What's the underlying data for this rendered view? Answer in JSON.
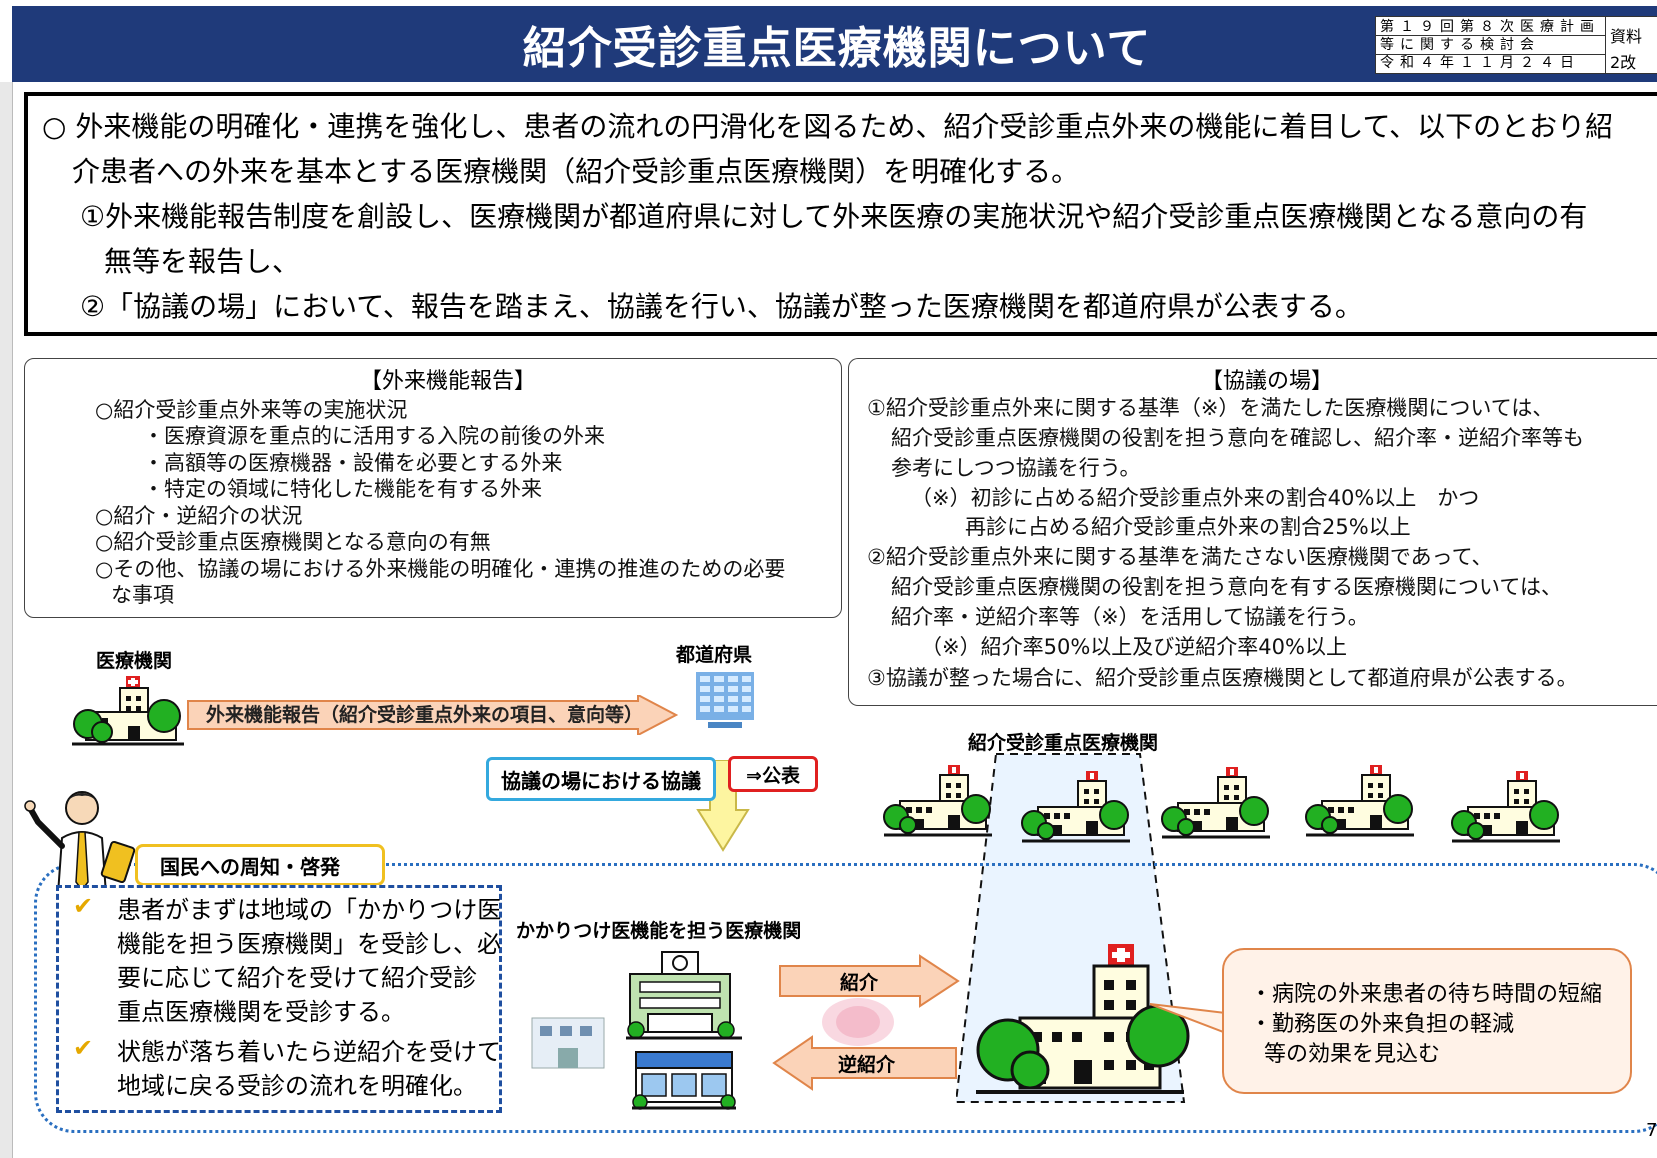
{
  "header": {
    "title": "紹介受診重点医療機関について",
    "ref_lines": [
      "第１９回第８次医療計画",
      "等に関する検討会",
      "令和４年１１月２４日"
    ],
    "ref_side": [
      "資料",
      "2改"
    ]
  },
  "summary": {
    "lines": [
      "○ 外来機能の明確化・連携を強化し、患者の流れの円滑化を図るため、紹介受診重点外来の機能に着目して、以下のとおり紹",
      "介患者への外来を基本とする医療機関（紹介受診重点医療機関）を明確化する。",
      "①外来機能報告制度を創設し、医療機関が都道府県に対して外来医療の実施状況や紹介受診重点医療機関となる意向の有",
      "無等を報告し、",
      "②「協議の場」において、報告を踏まえ、協議を行い、協議が整った医療機関を都道府県が公表する。"
    ]
  },
  "report_panel": {
    "title": "【外来機能報告】",
    "lines": [
      "○紹介受診重点外来等の実施状況",
      "・医療資源を重点的に活用する入院の前後の外来",
      "・高額等の医療機器・設備を必要とする外来",
      "・特定の領域に特化した機能を有する外来",
      "○紹介・逆紹介の状況",
      "○紹介受診重点医療機関となる意向の有無",
      "○その他、協議の場における外来機能の明確化・連携の推進のための必要",
      "な事項"
    ]
  },
  "council_panel": {
    "title": "【協議の場】",
    "lines": [
      "①紹介受診重点外来に関する基準（※）を満たした医療機関については、",
      "紹介受診重点医療機関の役割を担う意向を確認し、紹介率・逆紹介率等も",
      "参考にしつつ協議を行う。",
      "（※）初診に占める紹介受診重点外来の割合40%以上　かつ",
      "再診に占める紹介受診重点外来の割合25%以上",
      "②紹介受診重点外来に関する基準を満たさない医療機関であって、",
      "紹介受診重点医療機関の役割を担う意向を有する医療機関については、",
      "紹介率・逆紹介率等（※）を活用して協議を行う。",
      "（※）紹介率50%以上及び逆紹介率40%以上",
      "③協議が整った場合に、紹介受診重点医療機関として都道府県が公表する。"
    ]
  },
  "flow": {
    "medical_institution_label": "医療機関",
    "prefecture_label": "都道府県",
    "report_arrow_text": "外来機能報告（紹介受診重点外来の項目、意向等）",
    "council_box_text": "協議の場における協議",
    "publish_text": "⇒公表",
    "referral_hospitals_label": "紹介受診重点医療機関"
  },
  "public": {
    "ribbon_text": "国民への周知・啓発",
    "patient_lines": [
      "患者がまずは地域の「かかりつけ医",
      "機能を担う医療機関」を受診し、必",
      "要に応じて紹介を受けて紹介受診",
      "重点医療機関を受診する。",
      "状態が落ち着いたら逆紹介を受けて",
      "地域に戻る受診の流れを明確化。"
    ],
    "family_clinic_label": "かかりつけ医機能を担う医療機関",
    "referral_label": "紹介",
    "reverse_referral_label": "逆紹介",
    "effect_lines": [
      "・病院の外来患者の待ち時間の短縮",
      "・勤務医の外来負担の軽減",
      "等の効果を見込む"
    ]
  },
  "page_number": "7",
  "colors": {
    "header_bg": "#1f3a7a",
    "arrow_fill": "#fbd3b8",
    "arrow_stroke": "#e0854a",
    "council_border": "#34a9de",
    "publish_border": "#e02020",
    "tree_green": "#22b022",
    "hospital_red": "#e02020"
  }
}
